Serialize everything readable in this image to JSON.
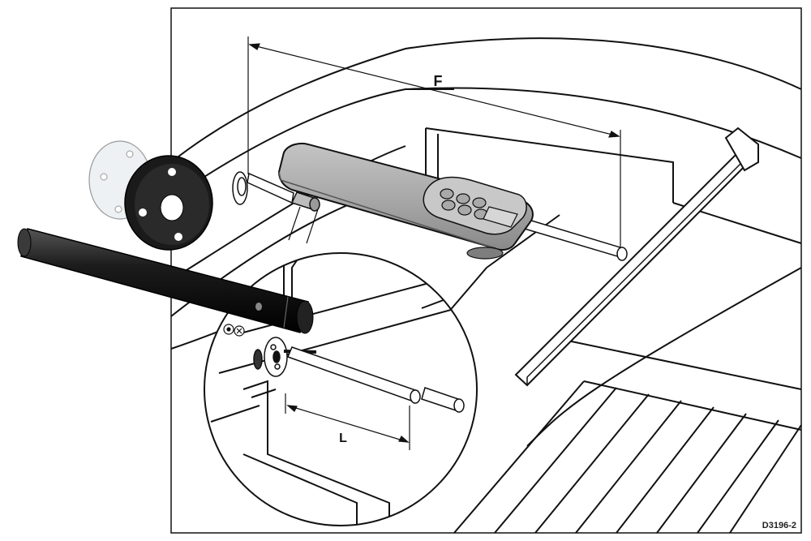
{
  "labels": {
    "F": "F",
    "L": "L"
  },
  "figure_ref": "D3196-2",
  "colors": {
    "line": "#111111",
    "unit_body": "#a9a9a9",
    "unit_shadow": "#7e7e7e",
    "keypad": "#c8c8c8",
    "display": "#d6d6d6",
    "bracket_black": "#1a1a1a",
    "disc_clear": "#eef1f3"
  }
}
